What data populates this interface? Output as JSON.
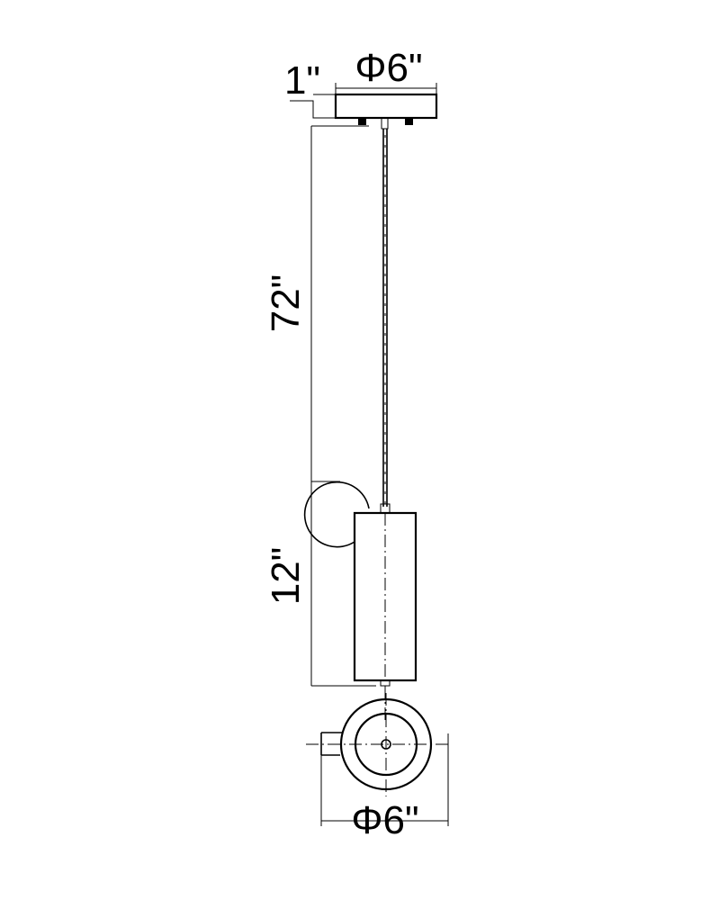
{
  "dimensions": {
    "canopy_height": "1\"",
    "canopy_diameter": "Φ6\"",
    "cord_length": "72\"",
    "fixture_height": "12\"",
    "fixture_diameter": "Φ6\""
  },
  "colors": {
    "line": "#000000",
    "background": "#ffffff"
  }
}
